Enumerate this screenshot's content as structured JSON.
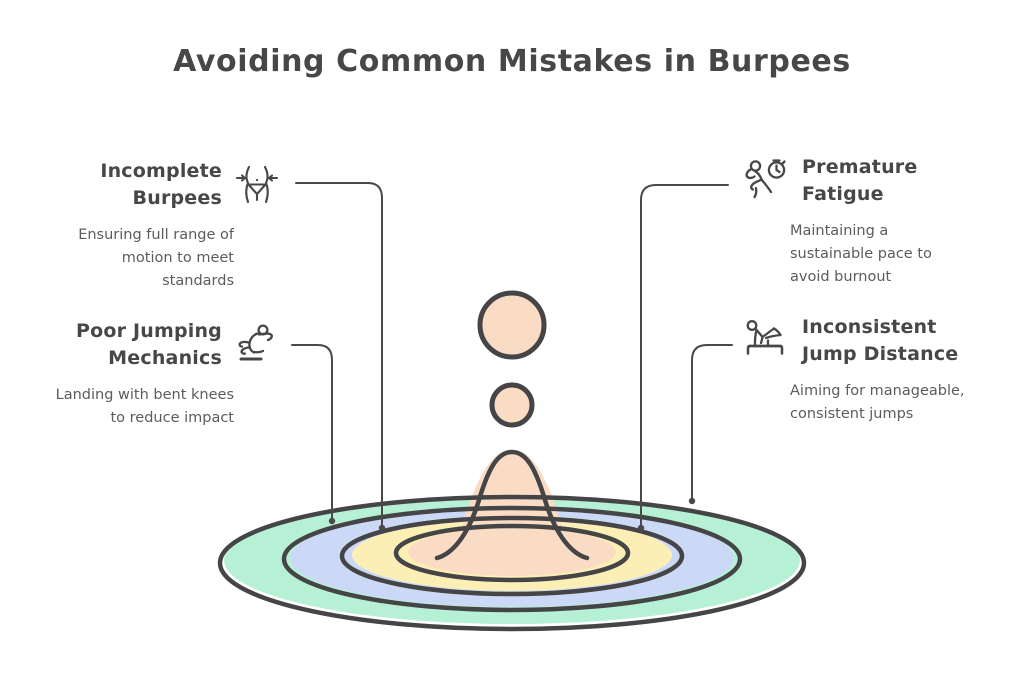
{
  "page": {
    "title": "Avoiding Common Mistakes in Burpees",
    "background_color": "#ffffff",
    "ink_color": "#474749",
    "body_text_color": "#5c5c60"
  },
  "items": [
    {
      "id": "incomplete-burpees",
      "side": "left",
      "title": "Incomplete Burpees",
      "description": "Ensuring full range of motion to meet standards",
      "icon": "waist-measure-icon"
    },
    {
      "id": "poor-jumping-mechanics",
      "side": "left",
      "title": "Poor Jumping Mechanics",
      "description": "Landing with bent knees to reduce impact",
      "icon": "jumping-person-icon"
    },
    {
      "id": "premature-fatigue",
      "side": "right",
      "title": "Premature Fatigue",
      "description": "Maintaining a sustainable pace to avoid burnout",
      "icon": "runner-stopwatch-icon"
    },
    {
      "id": "inconsistent-jump-distance",
      "side": "right",
      "title": "Inconsistent Jump Distance",
      "description": "Aiming for manageable, consistent jumps",
      "icon": "box-jump-icon"
    }
  ],
  "central_graphic": {
    "name": "concentric-ripple-illustration",
    "description": "Concentric elliptical rings with a central splash peak and two floating circles",
    "ring_colors": [
      "#b6f0d5",
      "#ccd9f6",
      "#fcefb6",
      "#fadcc5"
    ],
    "outline_color": "#454547",
    "peak_color": "#fadcc5",
    "circles": [
      {
        "name": "large-floating-circle",
        "fill": "#fadcc5"
      },
      {
        "name": "small-floating-circle",
        "fill": "#fadcc5"
      }
    ]
  },
  "connectors": {
    "color": "#4a4a4d",
    "count": 4
  }
}
